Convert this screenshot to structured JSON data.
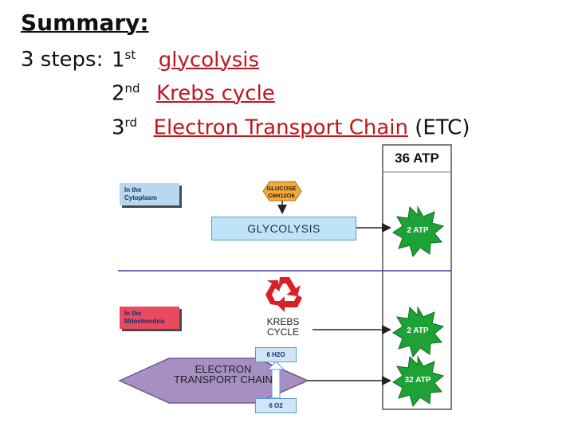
{
  "summary": {
    "title": "Summary:",
    "steps_label": "3 steps:",
    "steps": [
      {
        "ordinal": "1",
        "suffix": "st",
        "name": "glycolysis",
        "tail": ""
      },
      {
        "ordinal": "2",
        "suffix": "nd",
        "name": "Krebs cycle",
        "tail": ""
      },
      {
        "ordinal": "3",
        "suffix": "rd",
        "name": "Electron Transport Chain",
        "tail": " (ETC)"
      }
    ]
  },
  "diagram": {
    "total_atp": "36 ATP",
    "locations": {
      "cytoplasm": "In the Cytoplasm",
      "mitochondria": "In the Mitochondria"
    },
    "glucose": {
      "name": "GLUCOSE",
      "formula": "C6H12O6"
    },
    "glycolysis": "GLYCOLYSIS",
    "krebs": "KREBS CYCLE",
    "etc": "ELECTRON TRANSPORT CHAIN",
    "h2o": "6 H2O",
    "o2": "6 O2",
    "atp_yields": [
      "2 ATP",
      "2 ATP",
      "32 ATP"
    ],
    "colors": {
      "step_red": "#c0161c",
      "burst_green": "#1ea135",
      "etc_purple": "#a78fc4",
      "recycle_red": "#d92027",
      "divider_blue": "#3a3fa8"
    }
  }
}
